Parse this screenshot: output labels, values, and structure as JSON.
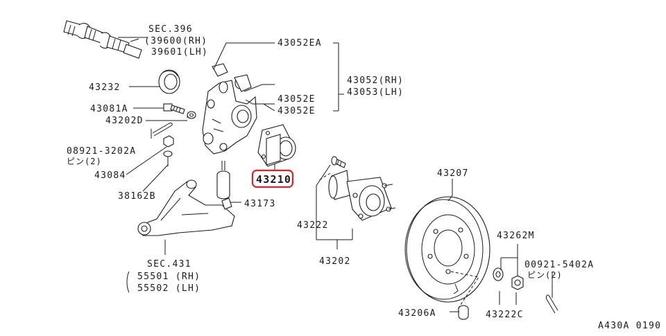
{
  "diagram": {
    "figure_code": "A430A 0190",
    "highlight_color": "#e0202a",
    "highlighted_part": "43210",
    "labels": {
      "sec396_title": "SEC.396",
      "sec396_rh": "(39600(RH)",
      "sec396_lh": "39601(LH)",
      "p43052ea": "43052EA",
      "p43052_rh": "43052(RH)",
      "p43053_lh": "43053(LH)",
      "p43052e_1": "43052E",
      "p43052e_2": "43052E",
      "p43232": "43232",
      "p43081a": "43081A",
      "p43202d": "43202D",
      "p08921": "08921-3202A",
      "p08921_pin": "ピン(2)",
      "p43084": "43084",
      "p38162b": "38162B",
      "p43173": "43173",
      "p43210": "43210",
      "p43222": "43222",
      "p43202": "43202",
      "p43207": "43207",
      "p43262m": "43262M",
      "p00921": "00921-5402A",
      "p00921_pin": "ピン(2)",
      "p43222c": "43222C",
      "p43206a": "43206A",
      "sec431_title": "SEC.431",
      "sec431_rh": "55501 (RH)",
      "sec431_lh": "55502 (LH)"
    }
  }
}
